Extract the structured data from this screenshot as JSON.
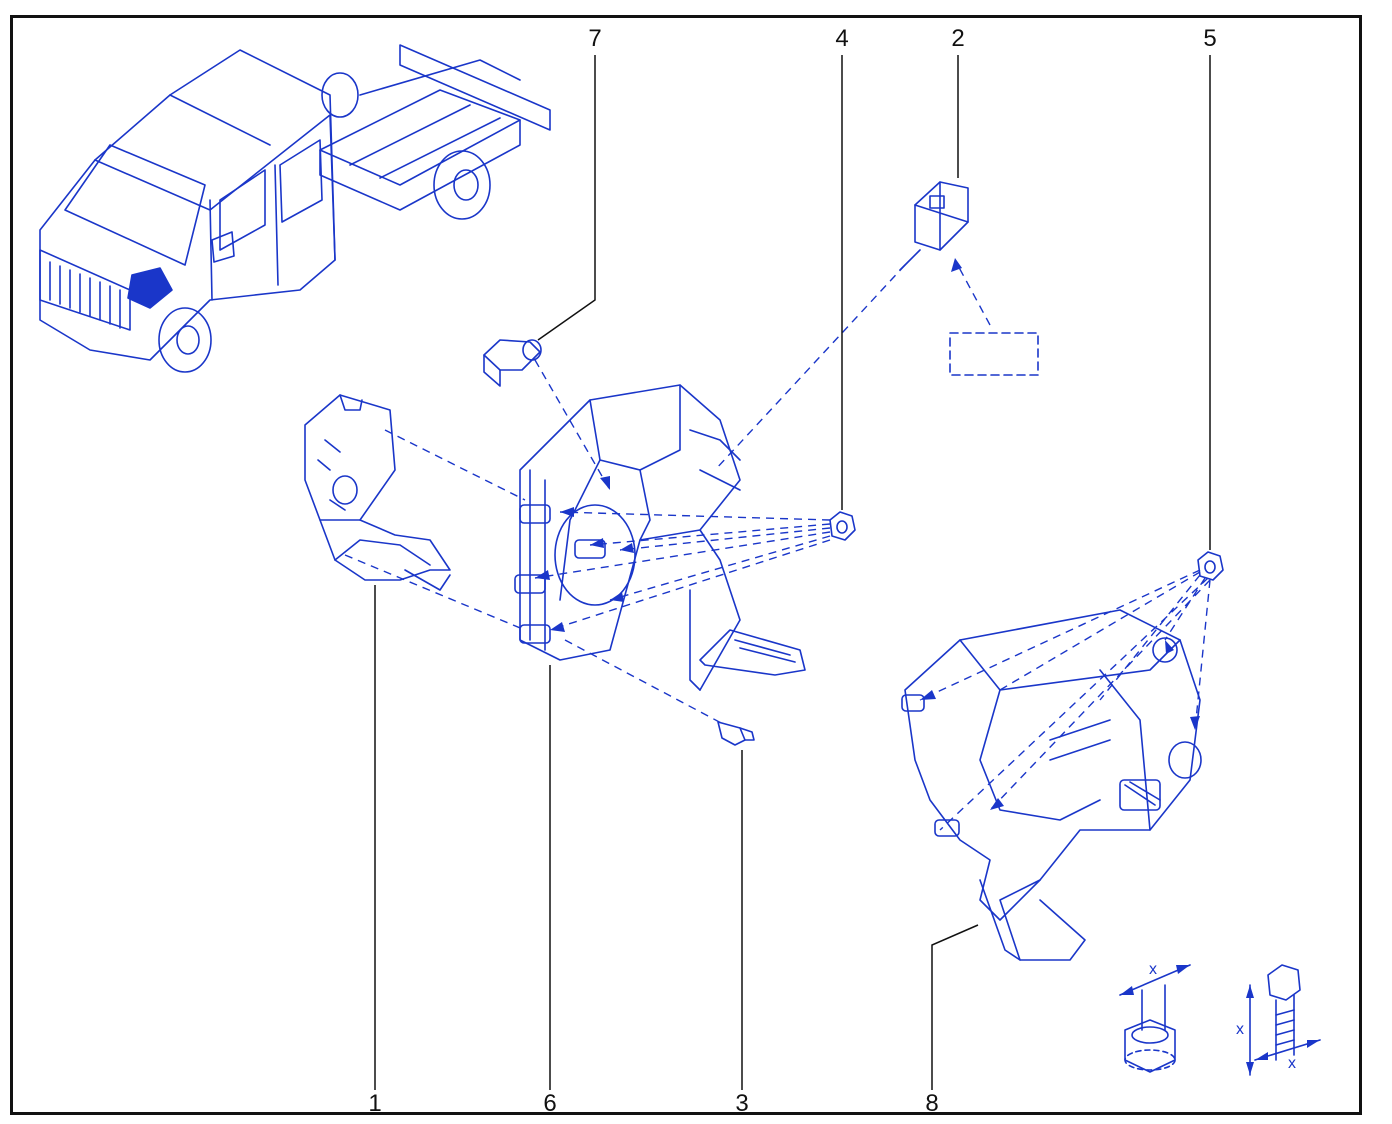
{
  "callouts": {
    "c1": "1",
    "c2": "2",
    "c3": "3",
    "c4": "4",
    "c5": "5",
    "c6": "6",
    "c7": "7",
    "c8": "8"
  },
  "dimension_labels": {
    "nut_x": "x",
    "bolt_x_side": "x",
    "bolt_x_bottom": "x"
  },
  "colors": {
    "line_art": "#1a36c9",
    "callout_text": "#111111",
    "frame": "#111111"
  },
  "icons": [
    "vehicle-chassis-cab-illustration",
    "accelerator-pedal-module",
    "brake-stop-switch",
    "bolt",
    "nut",
    "pedal-bracket-assembly",
    "clip",
    "clutch-pedal-assembly",
    "nut-dimension-icon",
    "bolt-dimension-icon"
  ]
}
